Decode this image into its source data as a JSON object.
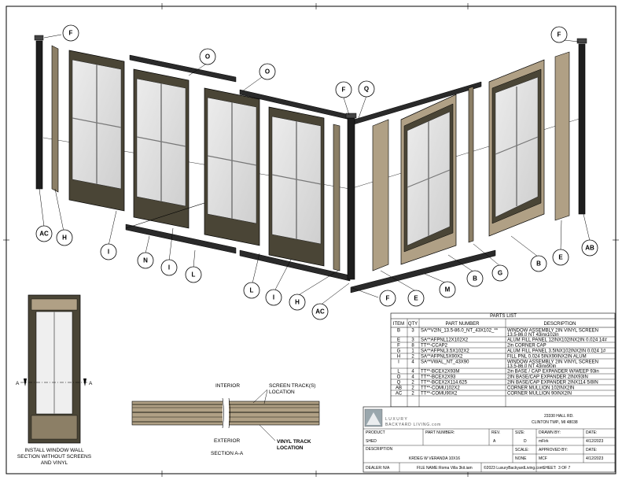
{
  "callouts": {
    "f_top_left": "F",
    "o_1": "O",
    "o_2": "O",
    "f_mid": "F",
    "q": "Q",
    "f_top_right": "F",
    "ac_left": "AC",
    "h_left": "H",
    "i_1": "I",
    "n": "N",
    "i_2": "I",
    "l_1": "L",
    "l_2": "L",
    "i_3": "I",
    "h_mid": "H",
    "ac_mid": "AC",
    "f_bottom": "F",
    "e_mid": "E",
    "m": "M",
    "b_mid": "B",
    "g": "G",
    "b_right": "B",
    "e_right": "E",
    "ab": "AB"
  },
  "parts_list": {
    "title": "PARTS LIST",
    "headers": [
      "ITEM",
      "QTY",
      "PART NUMBER",
      "DESCRIPTION"
    ],
    "rows": [
      {
        "item": "B",
        "qty": "3",
        "part": "SA**V2IN_13.5-86.0_NT_43X102_**",
        "desc1": "WINDOW ASSEMBLY 2IN VINYL SCREEN",
        "desc2": "13.5-86.0 NT 43inx102in"
      },
      {
        "item": "E",
        "qty": "3",
        "part": "SA**AFPNL12X102X2",
        "desc1": "ALUM FILL PANEL 12INX102INX2IN 0.024 14#",
        "desc2": ""
      },
      {
        "item": "F",
        "qty": "8",
        "part": "TT**-CCAP2",
        "desc1": "2in CORNER CAP",
        "desc2": ""
      },
      {
        "item": "G",
        "qty": "1",
        "part": "SA**AFPNL3.5X102X2",
        "desc1": "ALUM FILL PANEL 3.5INX102INX2IN 0.024 1#",
        "desc2": ""
      },
      {
        "item": "H",
        "qty": "2",
        "part": "SA**AFPNL5X90X2",
        "desc1": "FILL PNL 0.024 5INX90INX2IN ALUM",
        "desc2": ""
      },
      {
        "item": "I",
        "qty": "4",
        "part": "SA**VWAL_NT_43X90",
        "desc1": "WINDOW ASSEMBLY 2IN VINYL SCREEN",
        "desc2": "13.5-86.0 NT 43inx90in"
      },
      {
        "item": "L",
        "qty": "4",
        "part": "TT**-BCEX2X93M",
        "desc1": "2in BASE / CAP EXPANDER W/WEEP 93in",
        "desc2": ""
      },
      {
        "item": "O",
        "qty": "4",
        "part": "TT**-BCEX2X93",
        "desc1": "2IN BASE/CAP EXPANDER 2INX93IN",
        "desc2": ""
      },
      {
        "item": "Q",
        "qty": "2",
        "part": "TT**-BCEX2X114.625",
        "desc1": "2IN BASE/CAP EXPANDER 2INX114 5/8IN",
        "desc2": ""
      },
      {
        "item": "AB",
        "qty": "2",
        "part": "TT**-COMU102X2",
        "desc1": "CORNER MULLION 102INX2IN",
        "desc2": ""
      },
      {
        "item": "AC",
        "qty": "2",
        "part": "TT**-COMU90X2",
        "desc1": "CORNER MULLION 90INX2IN",
        "desc2": ""
      }
    ]
  },
  "title_block": {
    "logo_word": "LUXURY",
    "logo_sub": "BACKYARD LIVING.com",
    "address1": "23330 HALL RD.",
    "address2": "CLINTON TWP., MI 48038",
    "product_label": "PRODUCT",
    "product_value": "SHED",
    "part_number_label": "PART NUMBER:",
    "part_number_value": "",
    "rev_label": "REV.",
    "rev_value": "A",
    "size_label": "SIZE:",
    "size_value": "D",
    "drawn_by_label": "DRAWN BY:",
    "drawn_by_value": "mFirk",
    "date_label": "DATE:",
    "date_value": "4/12/2023",
    "description_label": "DESCRIPTION",
    "description_value": "KRDEG W VERANDA 10X16",
    "scale_label": "SCALE:",
    "scale_value": "NONE",
    "approved_label": "APPROVED BY:",
    "approved_value": "MCF",
    "date2_label": "DATE:",
    "date2_value": "4/12/2023",
    "dealer_label": "DEALER:",
    "dealer_value": "N/A",
    "filename_label": "FILE NAME:",
    "filename_value": "Roma Villa 3kit.iam",
    "copyright": "©2023 LuxuryBackyardLiving.com",
    "sheet_label": "SHEET:",
    "sheet_value": "3 OF 7"
  },
  "notes": {
    "elevation_caption_1": "INSTALL WINDOW WALL",
    "elevation_caption_2": "SECTION WITHOUT SCREENS",
    "elevation_caption_3": "AND VINYL",
    "section_marker_left": "A",
    "section_marker_right": "A",
    "interior": "INTERIOR",
    "screen_track_1": "SCREEN TRACK(S)",
    "screen_track_2": "LOCATION",
    "exterior": "EXTERIOR",
    "section_label": "SECTION A-A",
    "vinyl_track_1": "VINYL TRACK",
    "vinyl_track_2": "LOCATION"
  },
  "colors": {
    "frame": "#4a4536",
    "panel": "#b0a085",
    "glass": "#d9d9d9",
    "ink": "#000000"
  }
}
